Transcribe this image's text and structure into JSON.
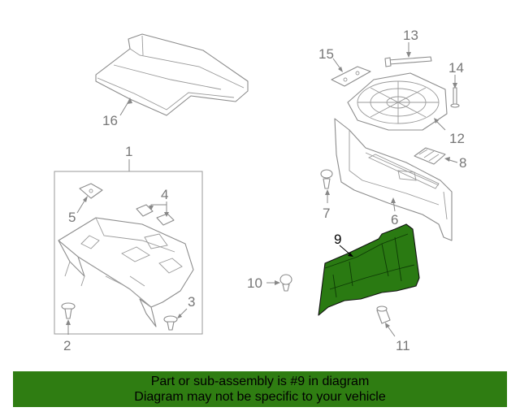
{
  "callouts": {
    "c1": "1",
    "c2": "2",
    "c3": "3",
    "c4": "4",
    "c5": "5",
    "c6": "6",
    "c7": "7",
    "c8": "8",
    "c9": "9",
    "c10": "10",
    "c11": "11",
    "c12": "12",
    "c13": "13",
    "c14": "14",
    "c15": "15",
    "c16": "16"
  },
  "highlighted_part": "9",
  "colors": {
    "highlight": "#2a7a12",
    "banner": "#2f7d12",
    "line": "#8c8c8c"
  },
  "banner": {
    "line1": "Part or sub-assembly is #9 in diagram",
    "line2": "Diagram may not be specific to your vehicle"
  }
}
